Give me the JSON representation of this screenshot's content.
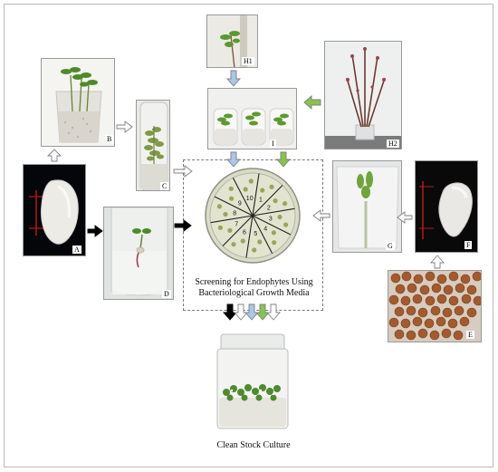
{
  "panels": {
    "A": "A",
    "B": "B",
    "C": "C",
    "D": "D",
    "E": "E",
    "F": "F",
    "G": "G",
    "H1": "H1",
    "H2": "H2",
    "I": "I"
  },
  "screening": {
    "caption_line1": "Screening for Endophytes Using",
    "caption_line2": "Bacteriological Growth Media",
    "dish_numbers": [
      "1",
      "2",
      "3",
      "4",
      "5",
      "6",
      "7",
      "8",
      "9",
      "10"
    ]
  },
  "result": {
    "caption": "Clean Stock Culture"
  },
  "colors": {
    "arrow_black": "#000000",
    "arrow_white": "#ffffff",
    "arrow_blue": "#a9c7e6",
    "arrow_green": "#86c44a",
    "arrow_outline": "#7f7f7f"
  }
}
